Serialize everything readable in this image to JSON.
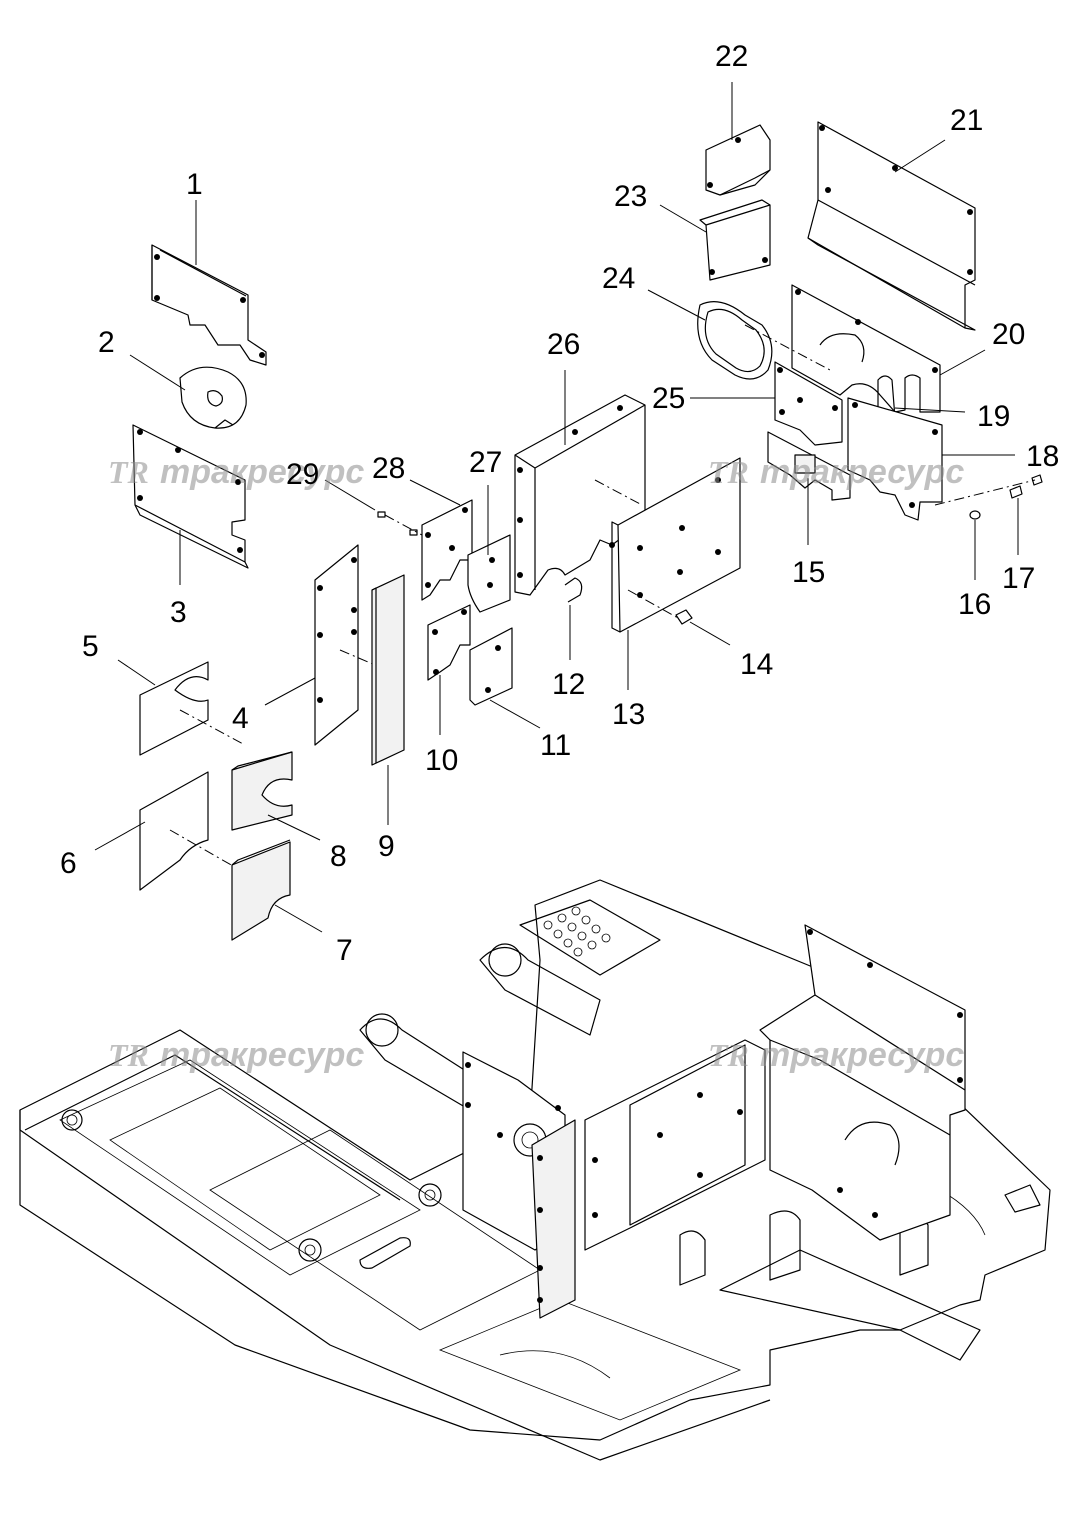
{
  "watermark": {
    "logo": "TR",
    "text": "тракресурс"
  },
  "callouts": [
    {
      "id": "1",
      "label": "1"
    },
    {
      "id": "2",
      "label": "2"
    },
    {
      "id": "3",
      "label": "3"
    },
    {
      "id": "4",
      "label": "4"
    },
    {
      "id": "5",
      "label": "5"
    },
    {
      "id": "6",
      "label": "6"
    },
    {
      "id": "7",
      "label": "7"
    },
    {
      "id": "8",
      "label": "8"
    },
    {
      "id": "9",
      "label": "9"
    },
    {
      "id": "10",
      "label": "10"
    },
    {
      "id": "11",
      "label": "11"
    },
    {
      "id": "12",
      "label": "12"
    },
    {
      "id": "13",
      "label": "13"
    },
    {
      "id": "14",
      "label": "14"
    },
    {
      "id": "15",
      "label": "15"
    },
    {
      "id": "16",
      "label": "16"
    },
    {
      "id": "17",
      "label": "17"
    },
    {
      "id": "18",
      "label": "18"
    },
    {
      "id": "19",
      "label": "19"
    },
    {
      "id": "20",
      "label": "20"
    },
    {
      "id": "21",
      "label": "21"
    },
    {
      "id": "22",
      "label": "22"
    },
    {
      "id": "23",
      "label": "23"
    },
    {
      "id": "24",
      "label": "24"
    },
    {
      "id": "25",
      "label": "25"
    },
    {
      "id": "26",
      "label": "26"
    },
    {
      "id": "27",
      "label": "27"
    },
    {
      "id": "28",
      "label": "28"
    },
    {
      "id": "29",
      "label": "29"
    }
  ]
}
